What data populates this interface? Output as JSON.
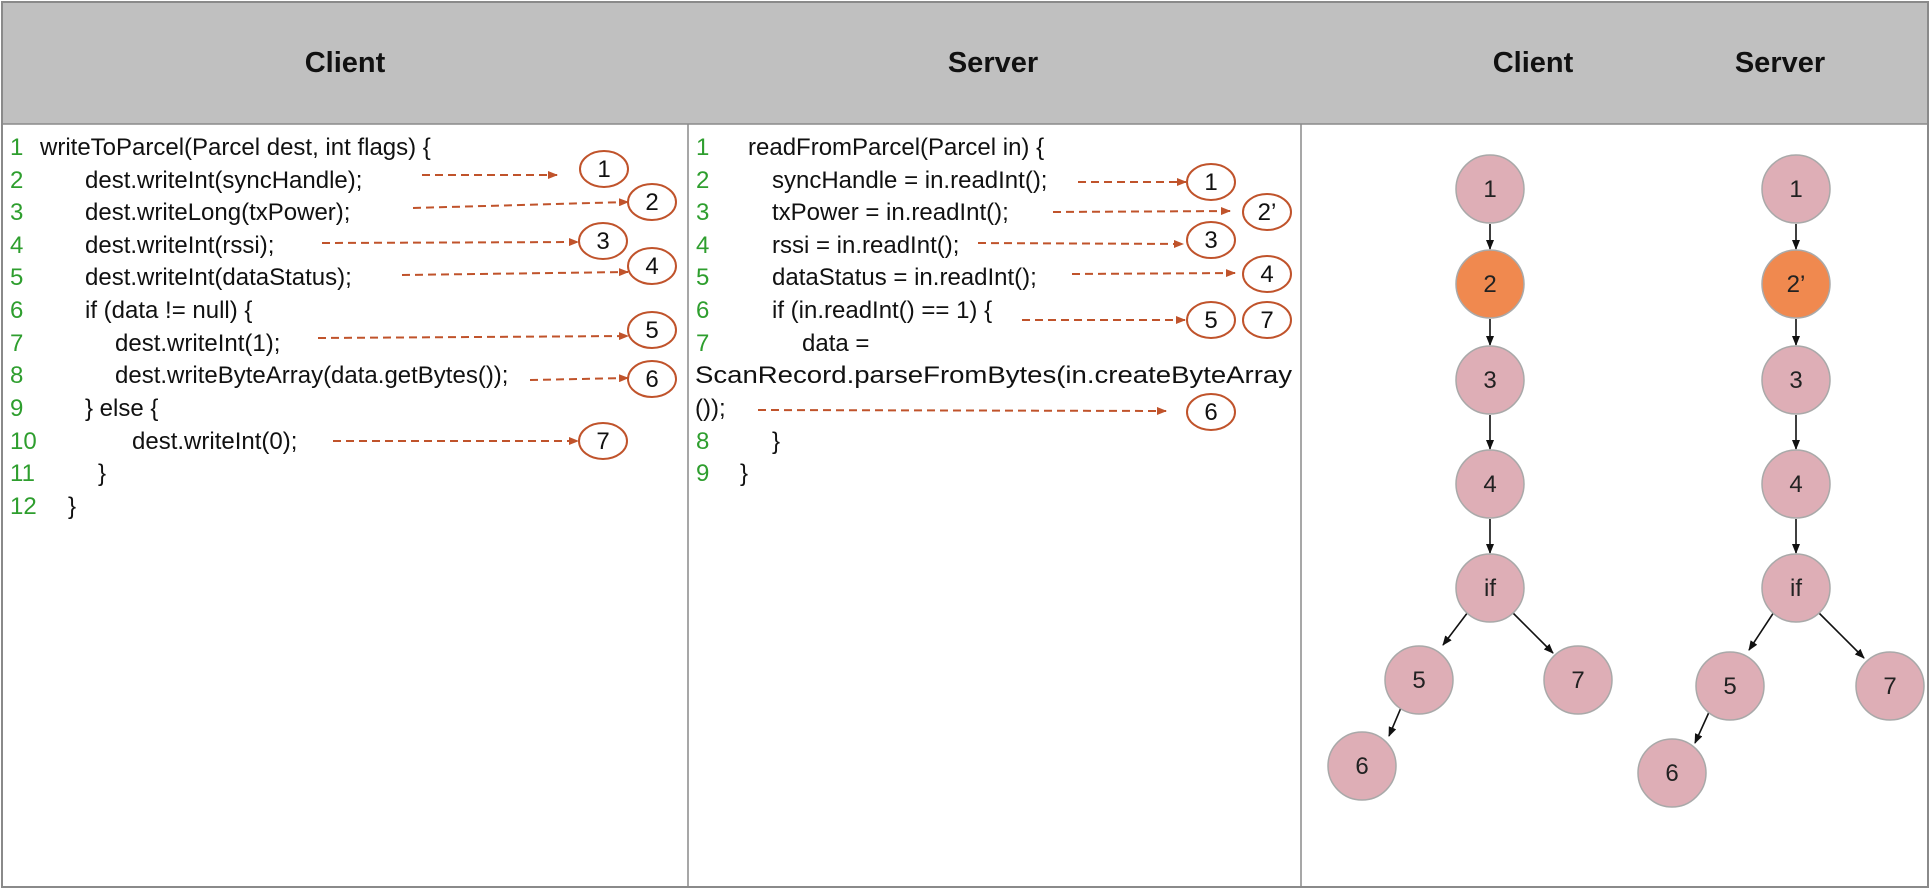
{
  "headers": {
    "client_code": "Client",
    "server_code": "Server",
    "client_tree": "Client",
    "server_tree": "Server"
  },
  "client_code": {
    "lines": [
      {
        "num": "1",
        "text": "writeToParcel(Parcel dest, int flags) {"
      },
      {
        "num": "2",
        "text": "dest.writeInt(syncHandle);"
      },
      {
        "num": "3",
        "text": "dest.writeLong(txPower);"
      },
      {
        "num": "4",
        "text": "dest.writeInt(rssi);"
      },
      {
        "num": "5",
        "text": "dest.writeInt(dataStatus);"
      },
      {
        "num": "6",
        "text": "if (data != null) {"
      },
      {
        "num": "7",
        "text": "dest.writeInt(1);"
      },
      {
        "num": "8",
        "text": "dest.writeByteArray(data.getBytes());"
      },
      {
        "num": "9",
        "text": "} else {"
      },
      {
        "num": "10",
        "text": "dest.writeInt(0);"
      },
      {
        "num": "11",
        "text": "}"
      },
      {
        "num": "12",
        "text": "}"
      }
    ],
    "markers": [
      "1",
      "2",
      "3",
      "4",
      "5",
      "6",
      "7"
    ]
  },
  "server_code": {
    "lines": [
      {
        "num": "1",
        "text": "readFromParcel(Parcel in) {"
      },
      {
        "num": "2",
        "text": "syncHandle = in.readInt();"
      },
      {
        "num": "3",
        "text": "txPower = in.readInt();"
      },
      {
        "num": "4",
        "text": "rssi = in.readInt();"
      },
      {
        "num": "5",
        "text": "dataStatus = in.readInt();"
      },
      {
        "num": "6",
        "text": "if (in.readInt() == 1) {"
      },
      {
        "num": "7",
        "text": "data ="
      },
      {
        "num": "",
        "text": "ScanRecord.parseFromBytes(in.createByteArray"
      },
      {
        "num": "",
        "text": "());"
      },
      {
        "num": "8",
        "text": "}"
      },
      {
        "num": "9",
        "text": "}"
      }
    ],
    "markers": [
      "1",
      "2’",
      "3",
      "4",
      "5",
      "7",
      "6"
    ]
  },
  "client_tree": {
    "nodes": [
      "1",
      "2",
      "3",
      "4",
      "if",
      "5",
      "7",
      "6"
    ],
    "highlight": "2"
  },
  "server_tree": {
    "nodes": [
      "1",
      "2’",
      "3",
      "4",
      "if",
      "5",
      "7",
      "6"
    ],
    "highlight": "2’"
  },
  "colors": {
    "header_bg": "#c0c0c0",
    "border": "#8a8a8a",
    "line_number": "#2e9e2e",
    "arrow": "#c0532b",
    "node_fill": "#deaeb6",
    "node_highlight": "#f0894f",
    "node_stroke": "#a9a9a9"
  }
}
